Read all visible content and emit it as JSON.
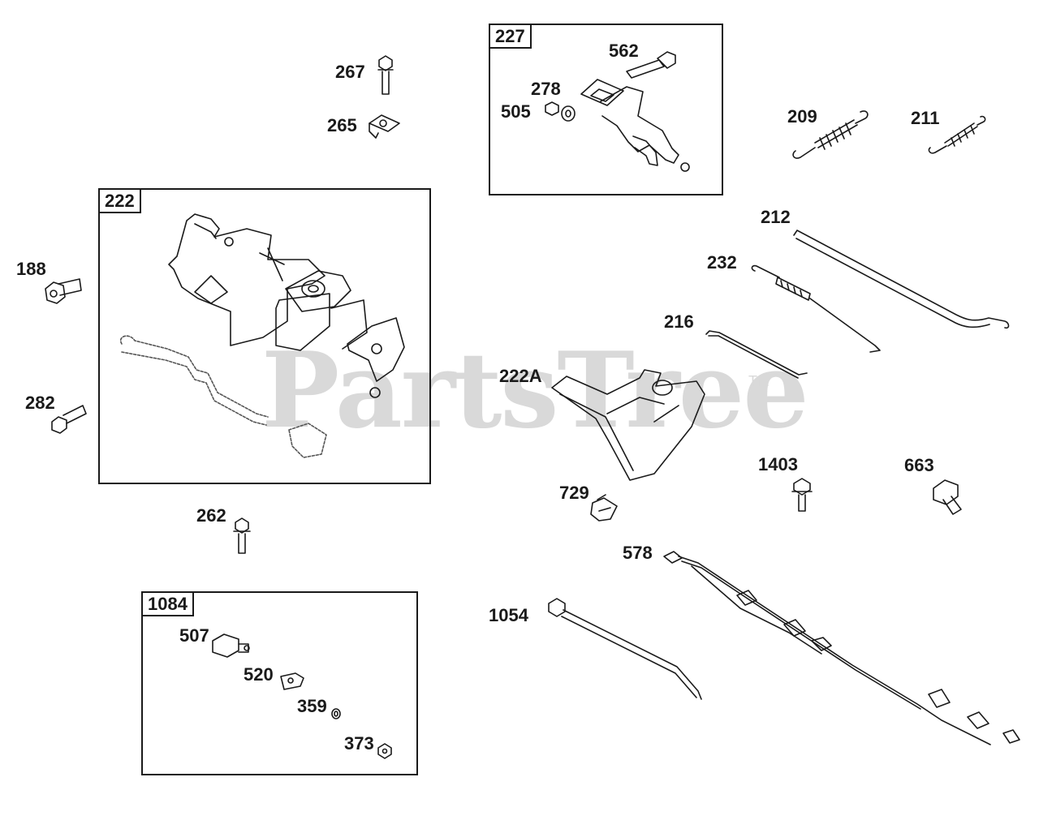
{
  "watermark": {
    "text": "PartsTree",
    "tm": "TM"
  },
  "groups": [
    {
      "id": "227",
      "label": "227"
    },
    {
      "id": "222",
      "label": "222"
    },
    {
      "id": "1084",
      "label": "1084"
    }
  ],
  "parts": {
    "p267": "267",
    "p265": "265",
    "p562": "562",
    "p278": "278",
    "p505": "505",
    "p209": "209",
    "p211": "211",
    "p212": "212",
    "p232": "232",
    "p216": "216",
    "p222A": "222A",
    "p188": "188",
    "p282": "282",
    "p262": "262",
    "p729": "729",
    "p1403": "1403",
    "p663": "663",
    "p578": "578",
    "p1054": "1054",
    "p507": "507",
    "p520": "520",
    "p359": "359",
    "p373": "373"
  },
  "colors": {
    "line": "#1a1a1a",
    "watermark": "#d9d9d9",
    "hidden": "#555555"
  }
}
